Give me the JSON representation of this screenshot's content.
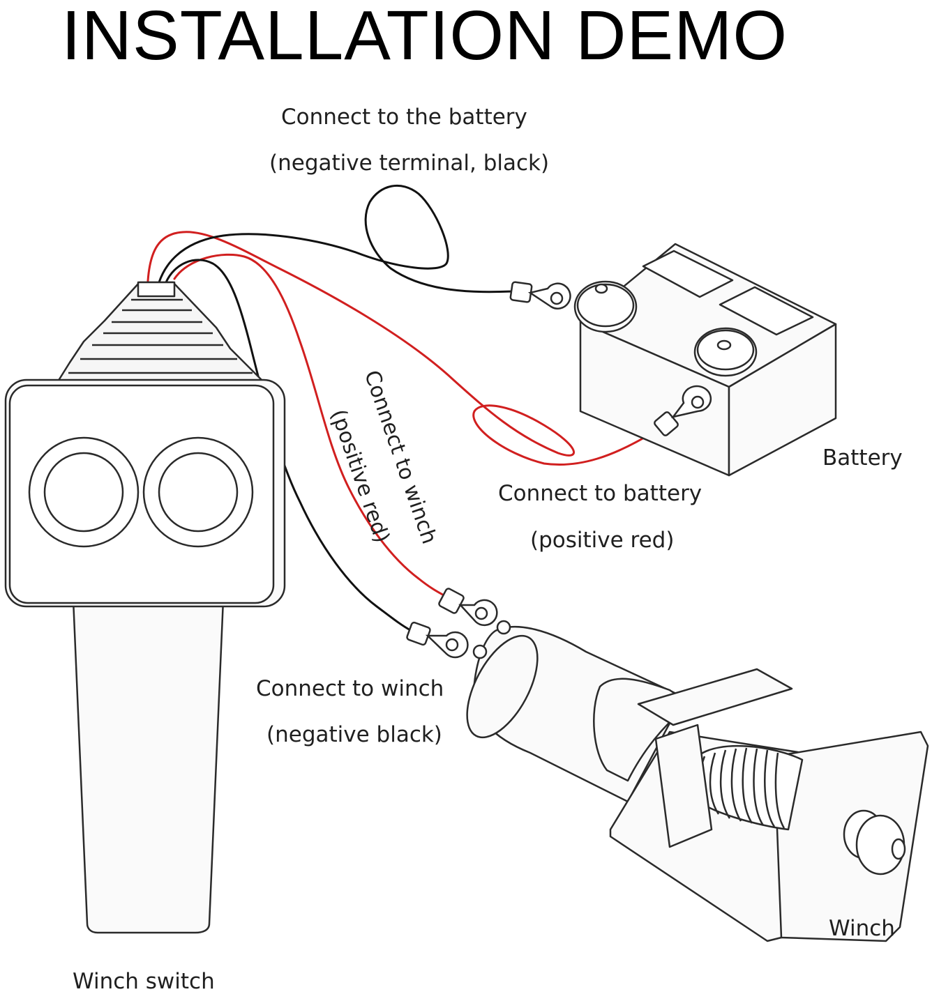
{
  "title": "INSTALLATION DEMO",
  "labels": {
    "battery_negative_line1": "Connect to the battery",
    "battery_negative_line2": "(negative terminal, black)",
    "winch_positive_line1": "Connect to winch",
    "winch_positive_line2": "(positive red)",
    "battery_positive_line1": "Connect to battery",
    "battery_positive_line2": "(positive red)",
    "winch_negative_line1": "Connect to winch",
    "winch_negative_line2": "(negative black)",
    "battery": "Battery",
    "winch": "Winch",
    "winch_switch": "Winch switch"
  },
  "colors": {
    "outline": "#2a2a2a",
    "red_wire": "#d11f1f",
    "black_wire": "#111111",
    "fill": "#fafafa"
  }
}
